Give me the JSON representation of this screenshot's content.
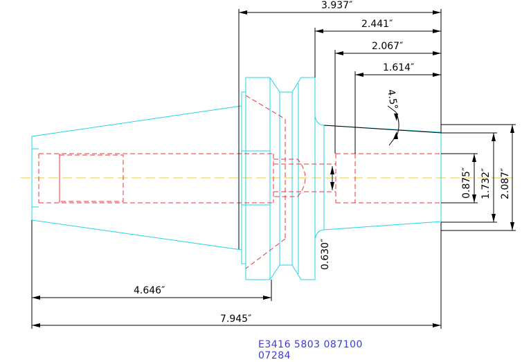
{
  "dimensions": {
    "d_3937": "3.937″",
    "d_2441": "2.441″",
    "d_2067": "2.067″",
    "d_1614": "1.614″",
    "angle": "4.5°",
    "d_0875": "0.875″",
    "d_1732": "1.732″",
    "d_2087": "2.087″",
    "d_0630": "0.630″",
    "d_4646": "4.646″",
    "d_7945": "7.945″"
  },
  "part_code": {
    "line1": "E3416  5803  087100",
    "line2": "07284"
  },
  "colors": {
    "outline": "#23d4e6",
    "hidden": "#e8333a",
    "centerline": "#e8d21a",
    "dimension": "#000000",
    "code_text": "#3b3bd6"
  }
}
